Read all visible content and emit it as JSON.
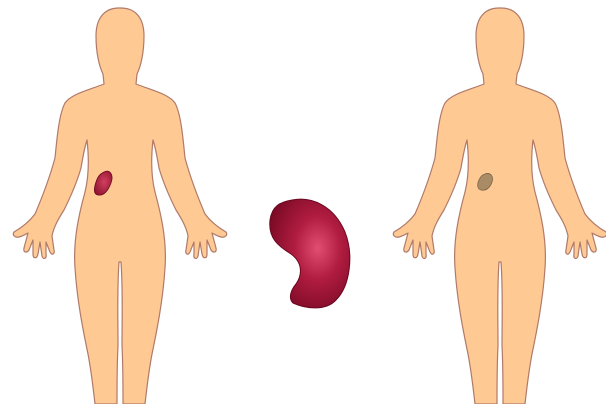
{
  "colors": {
    "background": "#ffffff",
    "skin": "#fec993",
    "skin_outline": "#b07a6a",
    "organ_healthy_dark": "#7a0a25",
    "organ_healthy_light": "#e04e72",
    "organ_healthy_mid": "#b01c40",
    "organ_atrophied": "#a98c66",
    "organ_atrophied_outline": "#7a6448"
  },
  "figures": [
    {
      "id": "left-body",
      "organ_state": "healthy"
    },
    {
      "id": "right-body",
      "organ_state": "atrophied"
    }
  ],
  "center_organ": {
    "icon": "spleen-icon",
    "state": "enlarged-view"
  }
}
